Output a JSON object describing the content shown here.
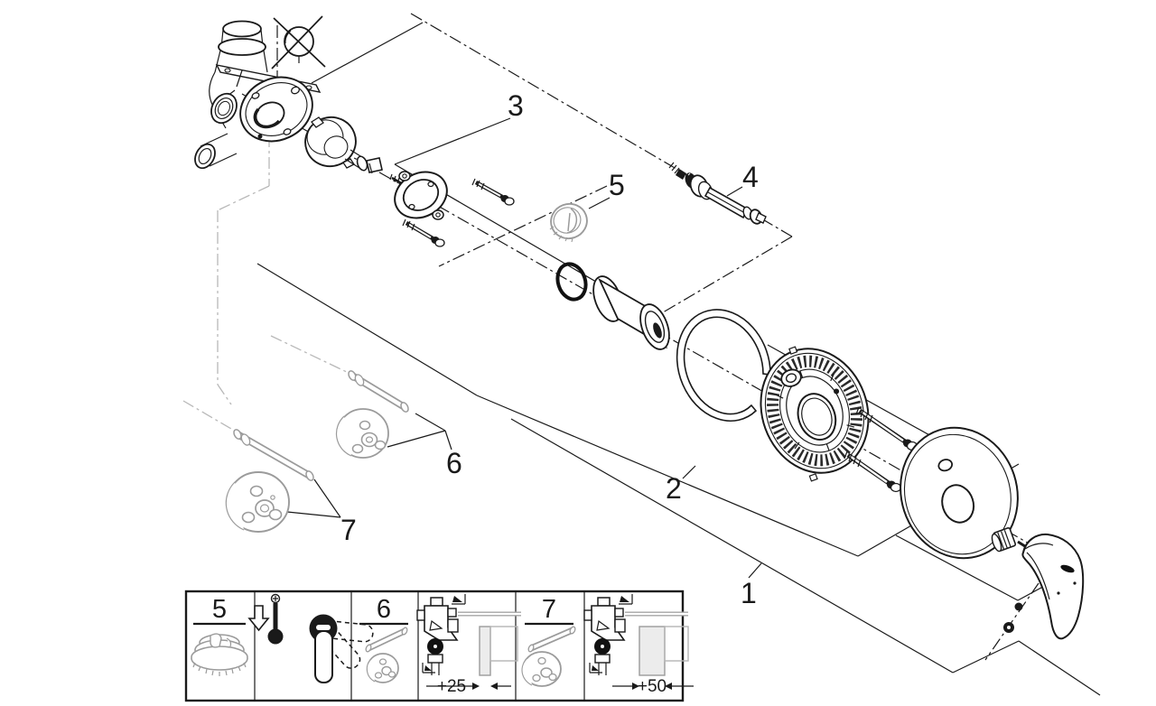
{
  "diagram_type": "exploded-parts-diagram",
  "part_labels": [
    {
      "num": "1",
      "name": "trim-set-handle-and-escutcheon"
    },
    {
      "num": "2",
      "name": "mounting-plate-with-screws"
    },
    {
      "num": "3",
      "name": "rough-in-valve-with-cartridge"
    },
    {
      "num": "4",
      "name": "extension-spindle"
    },
    {
      "num": "5",
      "name": "cartridge-cap"
    },
    {
      "num": "6",
      "name": "extension-set-25"
    },
    {
      "num": "7",
      "name": "extension-set-50"
    }
  ],
  "legend": {
    "item5": "5",
    "item6": "6",
    "item7": "7",
    "dim25": "+25",
    "dim50": "+50"
  },
  "icons": {
    "crossed_plug": "crossed-out-plug-icon",
    "arrow_down": "arrow-down-icon",
    "thermometer": "thermometer-icon",
    "lever_swing": "lever-swing-icon",
    "tile_mark": "tile-mark-icon"
  },
  "colors": {
    "ink": "#1a1a1a",
    "gray_part": "#9b9b9b",
    "gray_chain": "#b8b8b8",
    "background": "#ffffff"
  }
}
